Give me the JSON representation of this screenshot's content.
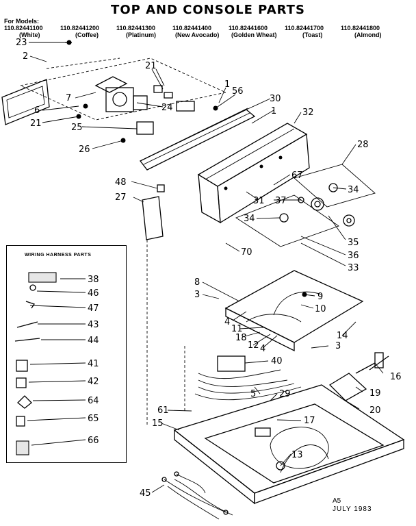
{
  "title": "TOP AND CONSOLE PARTS",
  "for_models_label": "For Models:",
  "models": [
    {
      "number": "110.82441100",
      "color": "(White)"
    },
    {
      "number": "110.82441200",
      "color": "(Coffee)"
    },
    {
      "number": "110.82441300",
      "color": "(Platinum)"
    },
    {
      "number": "110.82441400",
      "color": "(New Avocado)"
    },
    {
      "number": "110.82441600",
      "color": "(Golden Wheat)"
    },
    {
      "number": "110.82441700",
      "color": "(Toast)"
    },
    {
      "number": "110.82441800",
      "color": "(Almond)"
    }
  ],
  "wiring_harness_title": "WIRING HARNESS PARTS",
  "part_labels": {
    "p1a": "1",
    "p1b": "1",
    "p2": "2",
    "p3a": "3",
    "p3b": "3",
    "p4a": "4",
    "p4b": "4",
    "p5": "5",
    "p6": "6",
    "p7": "7",
    "p8": "8",
    "p9": "9",
    "p10": "10",
    "p11": "11",
    "p12": "12",
    "p13": "13",
    "p14": "14",
    "p15": "15",
    "p16": "16",
    "p17": "17",
    "p18": "18",
    "p19": "19",
    "p20": "20",
    "p21a": "21",
    "p21b": "21",
    "p23": "23",
    "p24": "24",
    "p25": "25",
    "p26": "26",
    "p27": "27",
    "p28": "28",
    "p29": "29",
    "p30": "30",
    "p31": "31",
    "p32": "32",
    "p33": "33",
    "p34a": "34",
    "p34b": "34",
    "p35": "35",
    "p36": "36",
    "p37": "37",
    "p38": "38",
    "p40": "40",
    "p41": "41",
    "p42": "42",
    "p43": "43",
    "p44": "44",
    "p45": "45",
    "p46": "46",
    "p47": "47",
    "p48": "48",
    "p56": "56",
    "p61": "61",
    "p64": "64",
    "p65": "65",
    "p66": "66",
    "p67": "67",
    "p70": "70"
  },
  "date_prefix": "A5",
  "date": "JULY 1983"
}
